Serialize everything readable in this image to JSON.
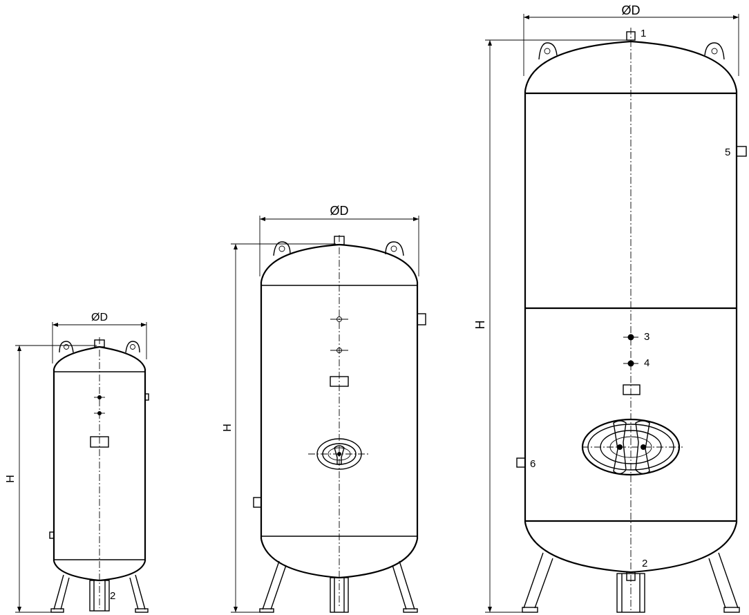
{
  "labels": {
    "diameter": "ØD",
    "height": "H",
    "n1": "1",
    "n2": "2",
    "n3": "3",
    "n4": "4",
    "n5": "5",
    "n6": "6"
  }
}
